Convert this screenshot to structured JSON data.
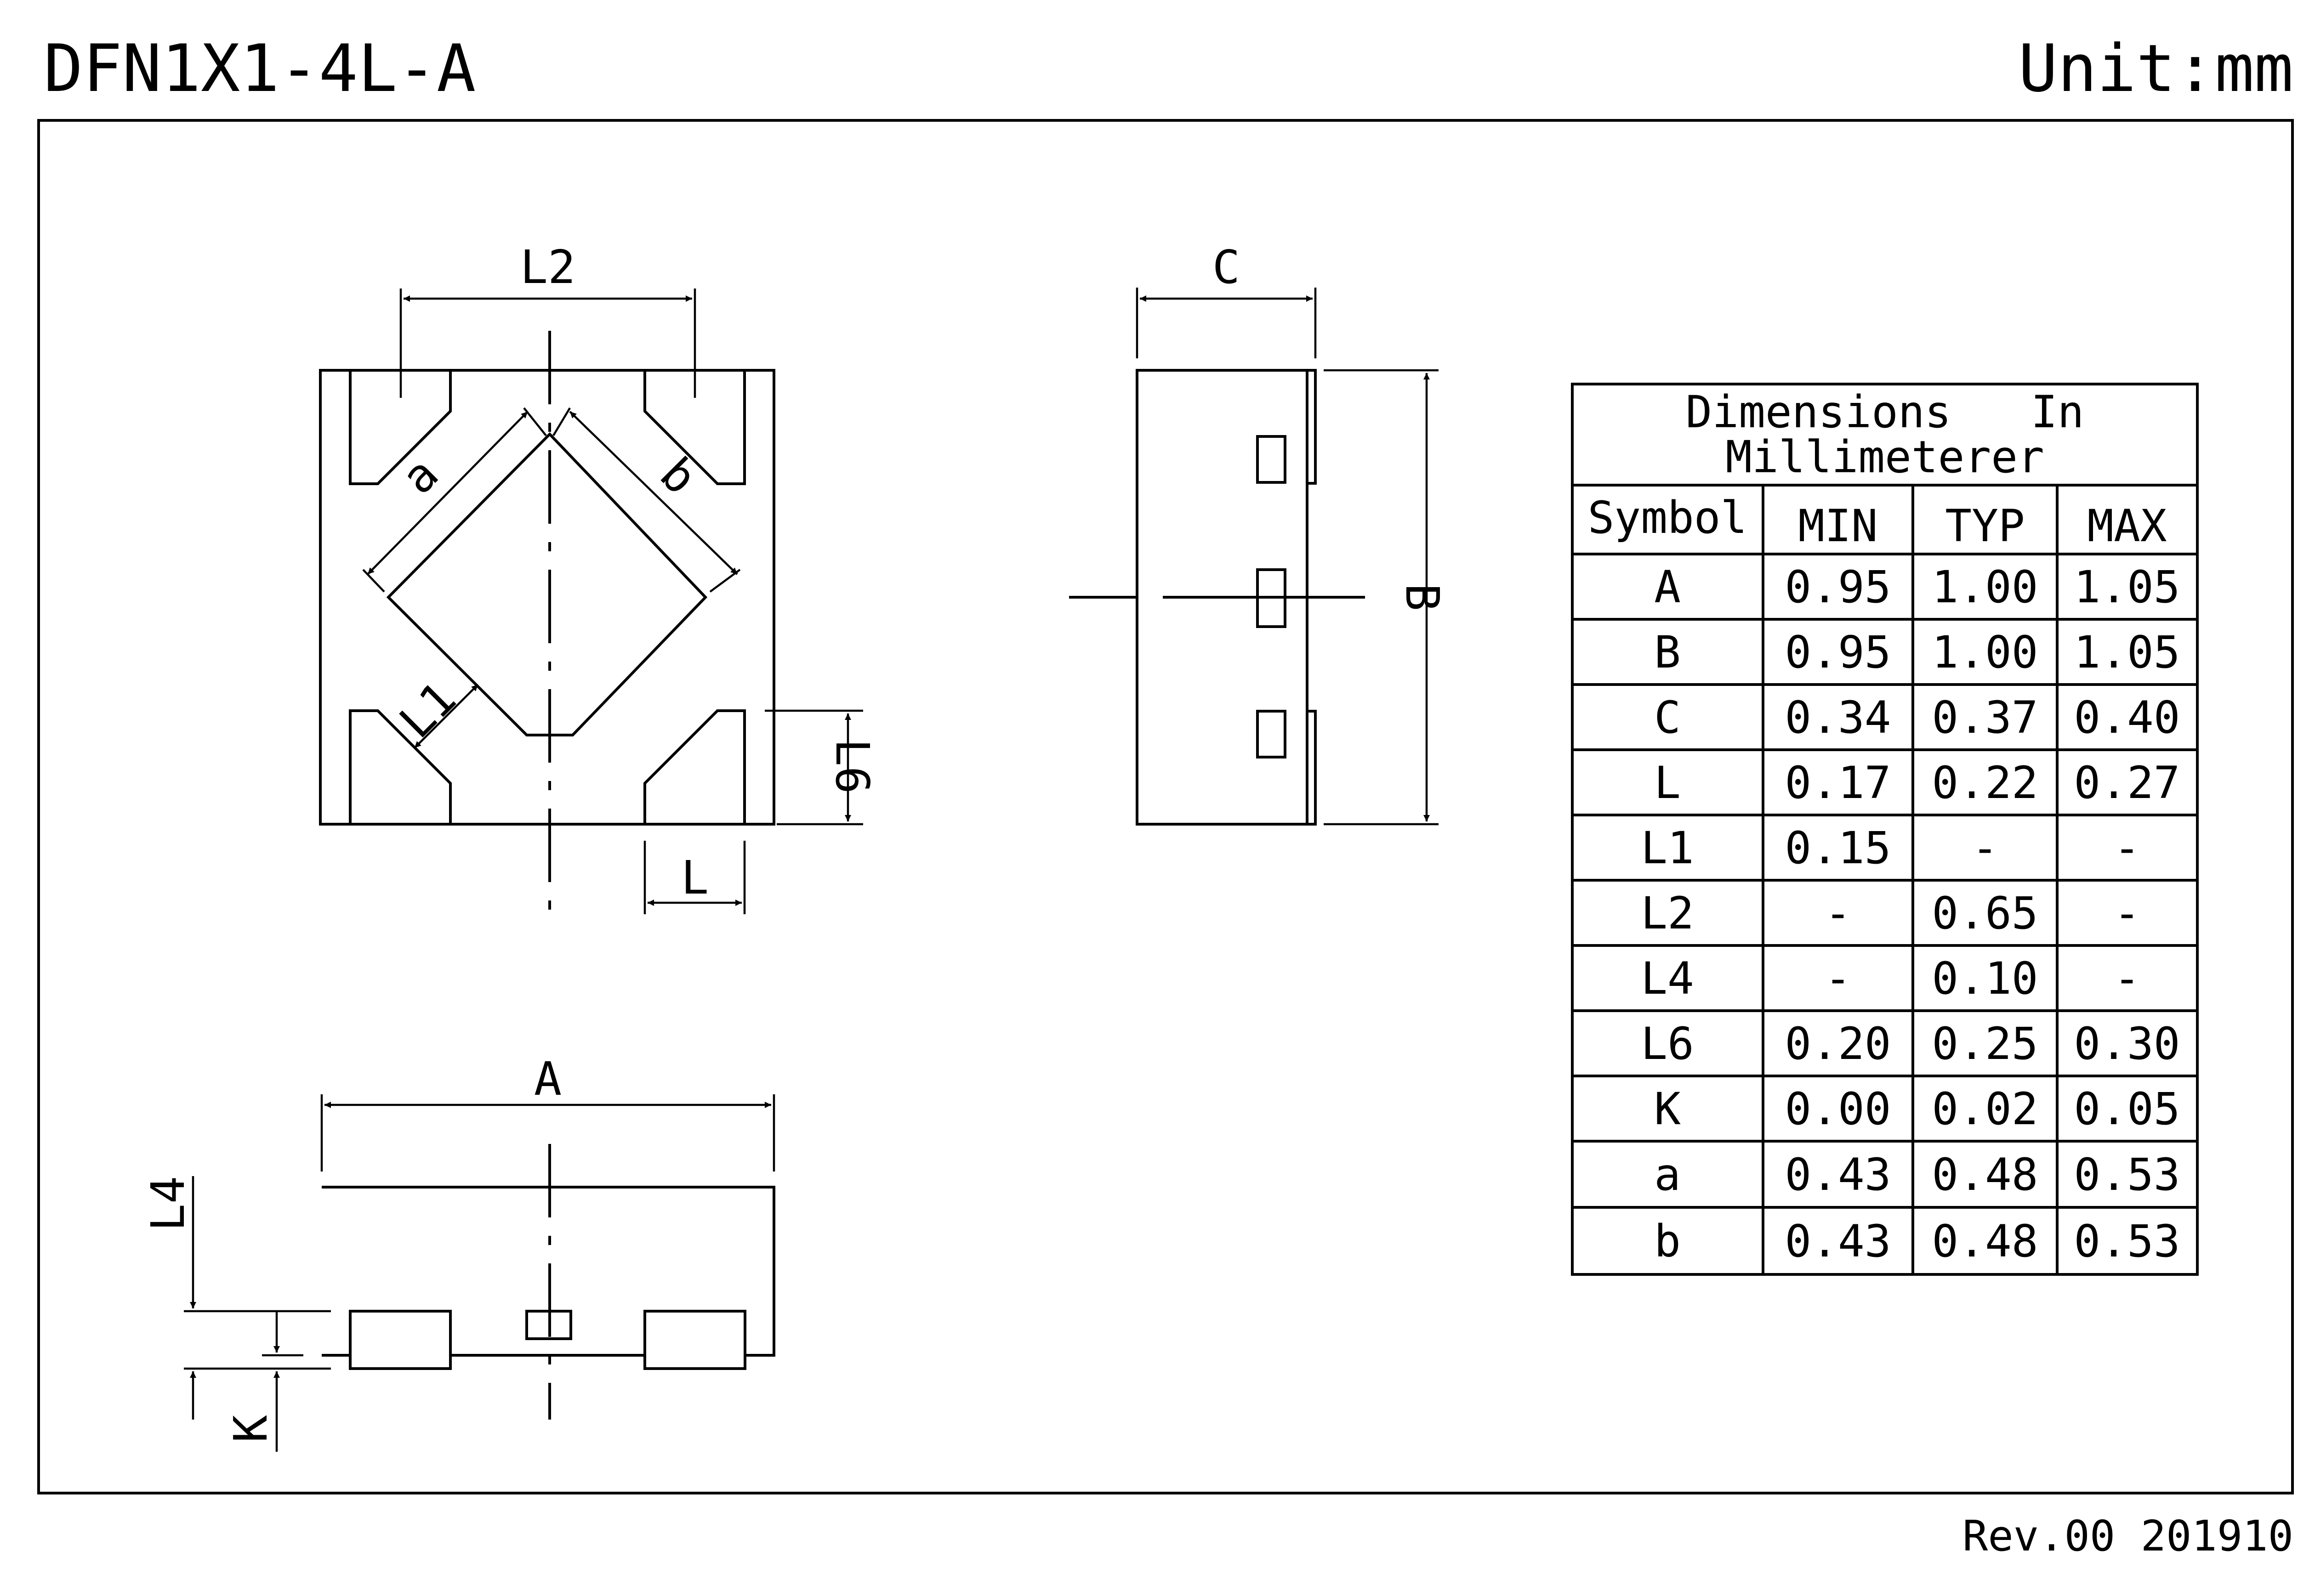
{
  "header": {
    "part_number": "DFN1X1-4L-A",
    "unit": "Unit:mm"
  },
  "footer": {
    "revision": "Rev.00  201910"
  },
  "dimension_labels": {
    "L2": "L2",
    "C": "C",
    "a": "a",
    "b": "b",
    "B": "B",
    "L1": "L1",
    "L6": "L6",
    "L": "L",
    "A": "A",
    "L4": "L4",
    "K": "K"
  },
  "table": {
    "title_line1": "Dimensions   In",
    "title_line2": "Millimeterer",
    "columns": [
      "Symbol",
      "MIN",
      "TYP",
      "MAX"
    ],
    "rows": [
      [
        "A",
        "0.95",
        "1.00",
        "1.05"
      ],
      [
        "B",
        "0.95",
        "1.00",
        "1.05"
      ],
      [
        "C",
        "0.34",
        "0.37",
        "0.40"
      ],
      [
        "L",
        "0.17",
        "0.22",
        "0.27"
      ],
      [
        "L1",
        "0.15",
        "-",
        "-"
      ],
      [
        "L2",
        "-",
        "0.65",
        "-"
      ],
      [
        "L4",
        "-",
        "0.10",
        "-"
      ],
      [
        "L6",
        "0.20",
        "0.25",
        "0.30"
      ],
      [
        "K",
        "0.00",
        "0.02",
        "0.05"
      ],
      [
        "a",
        "0.43",
        "0.48",
        "0.53"
      ],
      [
        "b",
        "0.43",
        "0.48",
        "0.53"
      ]
    ]
  }
}
